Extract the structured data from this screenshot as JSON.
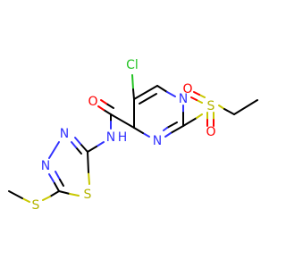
{
  "molecule": {
    "atoms": {
      "cl": "Cl",
      "n_pyr_top": "N",
      "n_pyr_bottom": "N",
      "s_sulfonyl": "S",
      "o_sulfonyl_left": "O",
      "o_sulfonyl_bottom": "O",
      "o_carbonyl": "O",
      "n_amide": "N",
      "h_amide": "H",
      "n_thiadiazole_top": "N",
      "n_thiadiazole_left": "N",
      "s_thiadiazole": "S",
      "s_methylthio": "S"
    },
    "colors": {
      "carbon_bond": "#000000",
      "nitrogen": "#3333ff",
      "oxygen": "#ff0000",
      "sulfur": "#b4b400",
      "chlorine": "#22c322"
    }
  }
}
